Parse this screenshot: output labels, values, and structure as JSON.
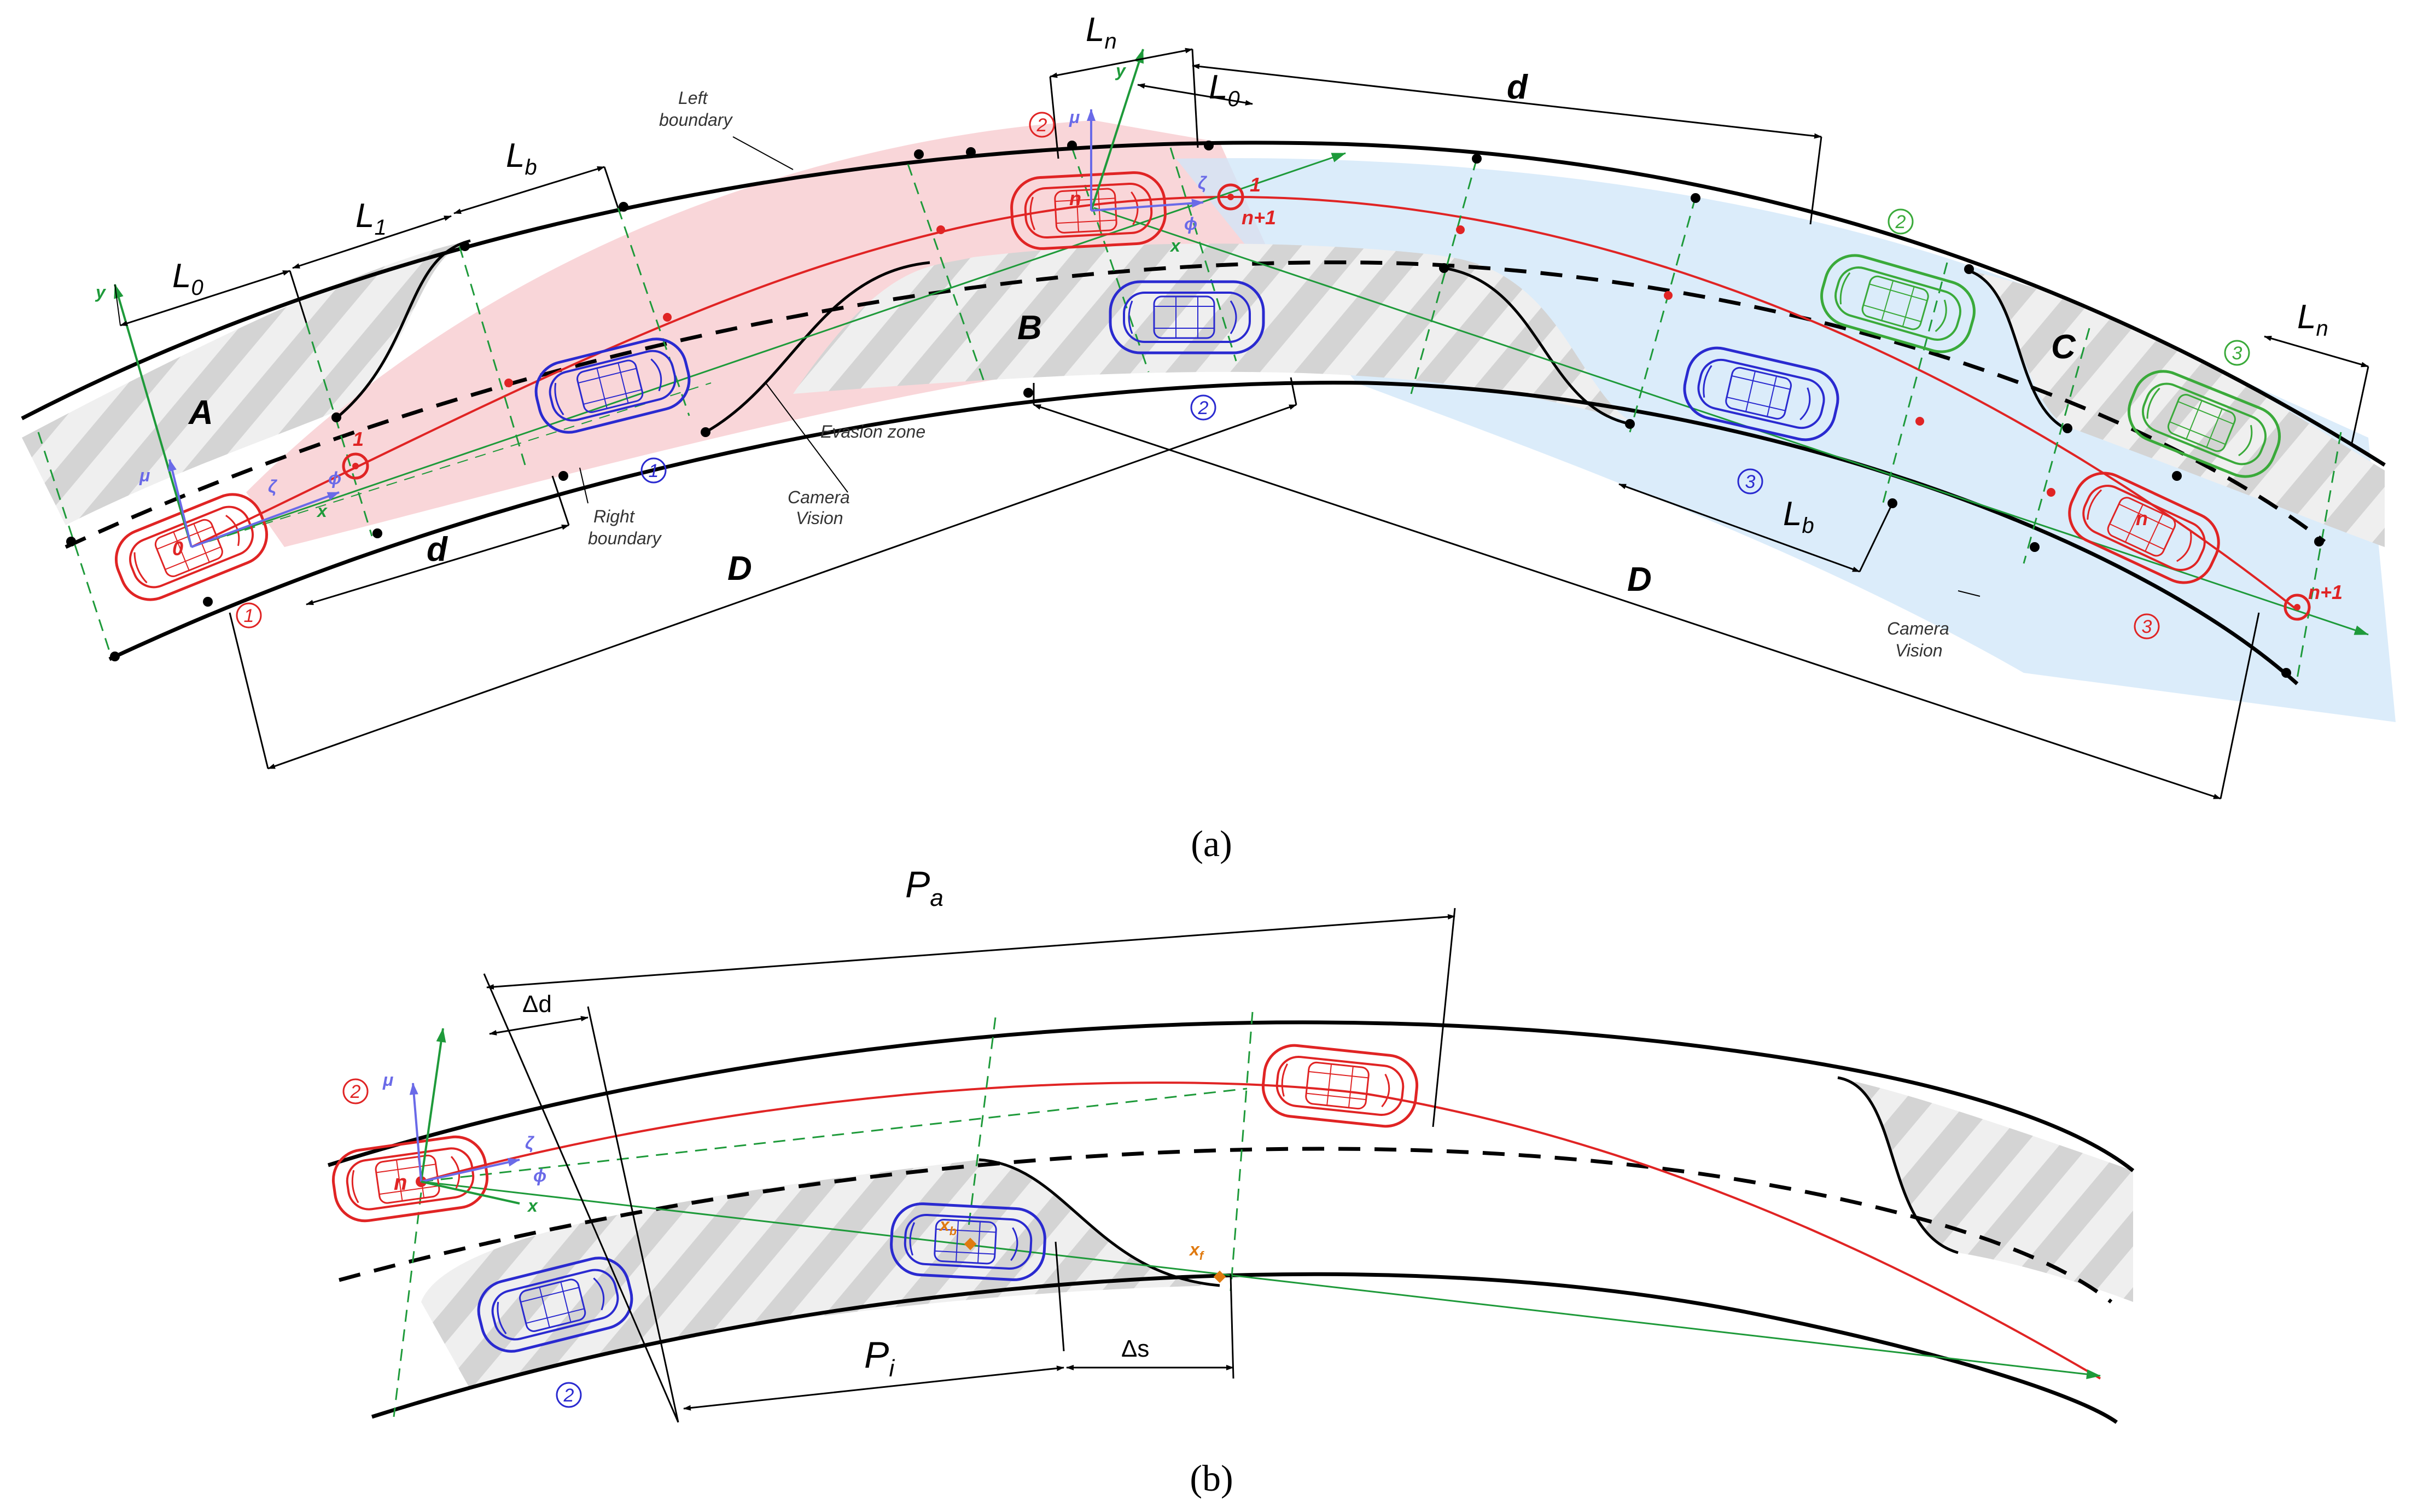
{
  "colors": {
    "red": "#e02424",
    "blue": "#2a2ad0",
    "green": "#1e9a3a",
    "darkgreen": "#2c7a2c",
    "orange": "#e07a10",
    "pink_zone": "#f7c8cc",
    "blue_zone": "#cfe6f8",
    "hatch_bg": "#ececec",
    "hatch_line": "#cfcfcf",
    "road": "#000000",
    "axis_blue": "#6a6ae8"
  },
  "panel_a": {
    "caption": "(a)",
    "letters": {
      "A": "A",
      "B": "B",
      "C": "C"
    },
    "dims": {
      "L0": "L",
      "L0_sub": "0",
      "L1": "L",
      "L1_sub": "1",
      "Lb": "L",
      "Lb_sub": "b",
      "Ln": "L",
      "Ln_sub": "n",
      "L0b": "L",
      "L0b_sub": "0",
      "Lb2": "L",
      "Lb2_sub": "b",
      "Ln2": "L",
      "Ln2_sub": "n",
      "d1": "d",
      "d2": "d",
      "D1": "D",
      "D2": "D"
    },
    "notes": {
      "left_boundary_1": "Left",
      "left_boundary_2": "boundary",
      "right_boundary_1": "Right",
      "right_boundary_2": "boundary",
      "evasion_zone": "Evasion zone",
      "camera_vision_1a": "Camera",
      "camera_vision_1b": "Vision",
      "camera_vision_2a": "Camera",
      "camera_vision_2b": "Vision"
    },
    "circled": {
      "red1": "1",
      "red2": "2",
      "red3": "3",
      "blue1": "1",
      "blue2": "2",
      "blue3": "3",
      "green2": "2",
      "green3": "3"
    },
    "points": {
      "p0": "0",
      "p1": "1",
      "pn": "n",
      "pn1": "n+1",
      "pn_b": "n",
      "pn1_b": "n+1",
      "p1_b": "1"
    },
    "axes": {
      "x": "x",
      "y": "y",
      "mu": "μ",
      "zeta": "ζ",
      "phi": "ϕ"
    }
  },
  "panel_b": {
    "caption": "(b)",
    "dims": {
      "Pa": "P",
      "Pa_sub": "a",
      "Pi": "P",
      "Pi_sub": "i",
      "delta_d": "Δd",
      "delta_s": "Δs"
    },
    "circled": {
      "red2": "2",
      "blue2": "2"
    },
    "points": {
      "n": "n",
      "xb": "x",
      "xb_sub": "b",
      "xf": "x",
      "xf_sub": "f"
    },
    "axes": {
      "x": "x",
      "mu": "μ",
      "zeta": "ζ",
      "phi": "ϕ"
    }
  }
}
